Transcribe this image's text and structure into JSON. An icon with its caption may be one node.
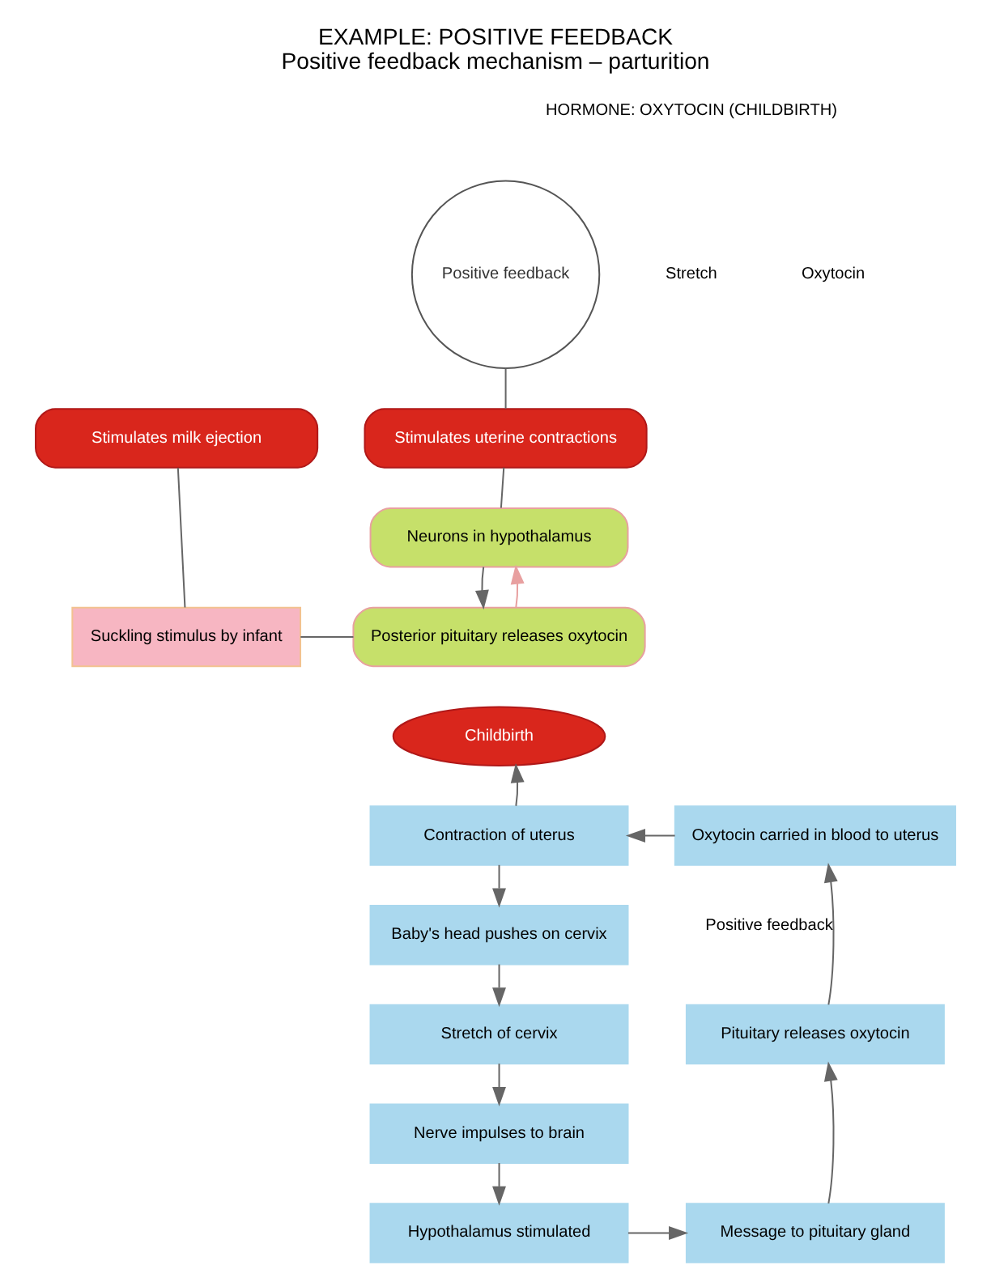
{
  "diagram": {
    "title": "EXAMPLE: POSITIVE FEEDBACK",
    "caption": "Positive feedback mechanism – parturition",
    "nodes": [
      {
        "text": [
          "Positive feedback"
        ]
      },
      {
        "text": [
          "Stimulates uterine contractions"
        ]
      },
      {
        "text": [
          "Stimulates milk ejection"
        ]
      },
      {
        "text": [
          "Neurons in hypothalamus"
        ]
      },
      {
        "text": [
          "Posterior pituitary releases oxytocin"
        ]
      },
      {
        "text": [
          "Suckling stimulus by infant"
        ]
      },
      {
        "text": [
          "Childbirth"
        ]
      },
      {
        "text": [
          "Contraction of uterus"
        ]
      },
      {
        "text": [
          "Baby's head pushes on cervix"
        ]
      },
      {
        "text": [
          "Stretch of cervix"
        ]
      },
      {
        "text": [
          "Nerve impulses to brain"
        ]
      },
      {
        "text": [
          "Hypothalamus stimulated"
        ]
      },
      {
        "text": [
          "Oxytocin carried in blood to uterus"
        ]
      },
      {
        "text": [
          "Pituitary releases oxytocin"
        ]
      },
      {
        "text": [
          "Message to pituitary gland"
        ]
      }
    ],
    "edges": [
      {
        "from": 0,
        "to": 1,
        "arrow": "none"
      },
      {
        "from": 1,
        "to": 3,
        "arrow": "none"
      },
      {
        "from": 3,
        "to": 4,
        "arrow": "to"
      },
      {
        "from": 4,
        "to": 3,
        "arrow": "to",
        "color": "#e8a0a0"
      },
      {
        "from": 2,
        "to": 5,
        "arrow": "none"
      },
      {
        "from": 5,
        "to": 4,
        "arrow": "none"
      },
      {
        "from": 7,
        "to": 6,
        "arrow": "to"
      },
      {
        "from": 7,
        "to": 8,
        "arrow": "to"
      },
      {
        "from": 8,
        "to": 9,
        "arrow": "to"
      },
      {
        "from": 9,
        "to": 10,
        "arrow": "to"
      },
      {
        "from": 10,
        "to": 11,
        "arrow": "to"
      },
      {
        "from": 11,
        "to": 14,
        "arrow": "to"
      },
      {
        "from": 14,
        "to": 13,
        "arrow": "to"
      },
      {
        "from": 13,
        "to": 12,
        "arrow": "to",
        "label": "Positive feedback"
      },
      {
        "from": 12,
        "to": 7,
        "arrow": "to"
      }
    ],
    "labels": [
      "HORMONE: OXYTOCIN (CHILDBIRTH)",
      "Stretch",
      "Oxytocin"
    ]
  }
}
